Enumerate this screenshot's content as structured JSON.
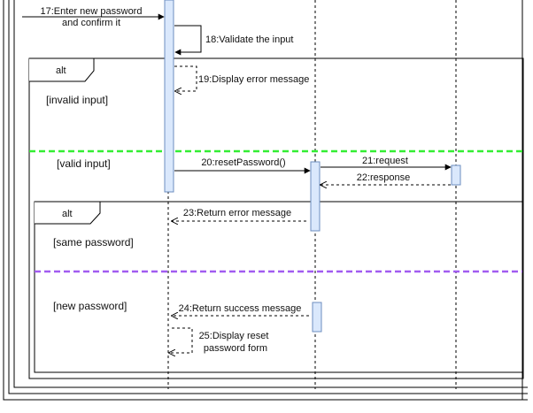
{
  "messages": {
    "m17_line1": "17:Enter new password",
    "m17_line2": "and confirm it",
    "m18": "18:Validate the input",
    "m19": "19:Display error message",
    "m20": "20:resetPassword()",
    "m21": "21:request",
    "m22": "22:response",
    "m23": "23:Return error message",
    "m24": "24:Return success message",
    "m25_line1": "25:Display reset",
    "m25_line2": "password form"
  },
  "fragments": {
    "outer_alt": {
      "operator": "alt",
      "guard_1": "[invalid input]",
      "guard_2": "[valid input]"
    },
    "inner_alt": {
      "operator": "alt",
      "guard_1": "[same password]",
      "guard_2": "[new password]"
    }
  },
  "colors": {
    "activation_fill": "#dae8fc",
    "activation_stroke": "#6c8ebf",
    "outer_separator": "#33ee33",
    "inner_separator": "#a15cf0",
    "line": "#000000"
  }
}
